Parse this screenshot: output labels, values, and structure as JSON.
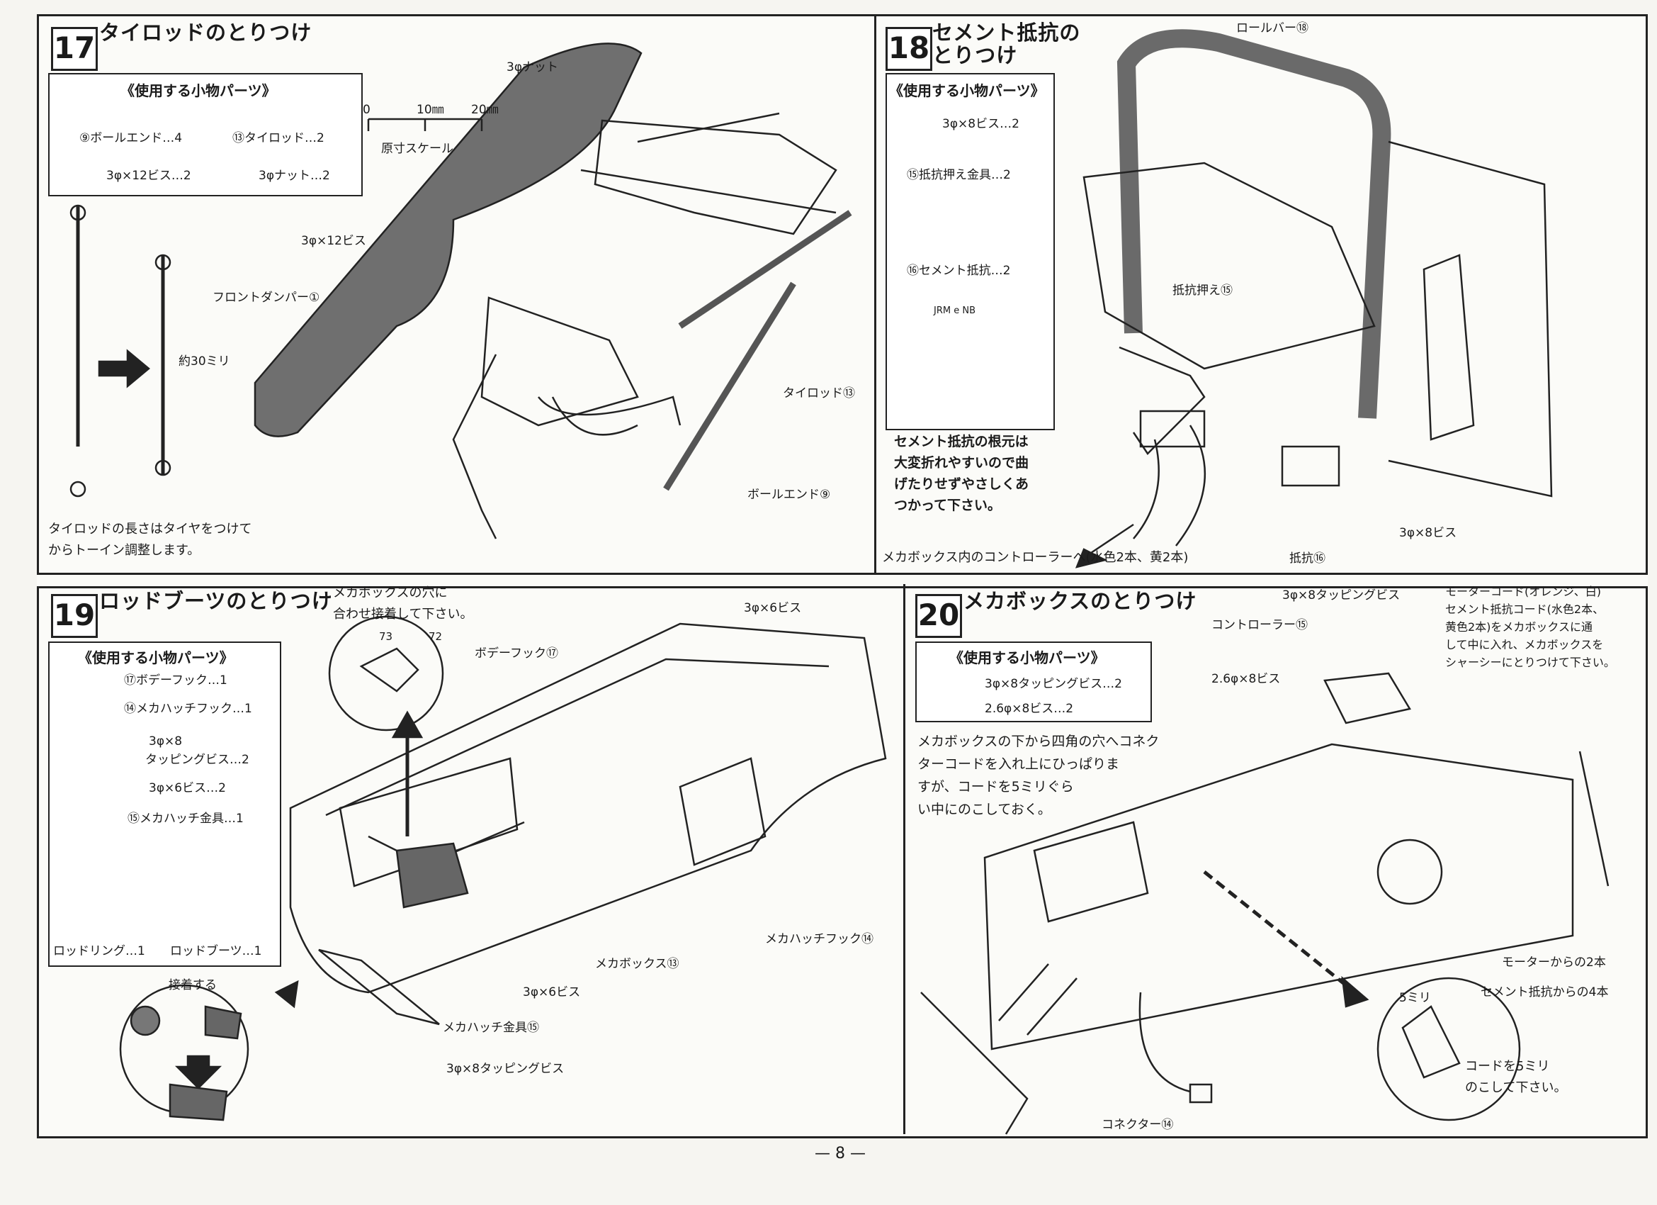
{
  "page_number": "— 8 —",
  "parts_box_title": "《使用する小物パーツ》",
  "sections": {
    "s17": {
      "num": "17",
      "title": "タイロッドのとりつけ",
      "parts": [
        "⑨ボールエンド…4",
        "⑬タイロッド…2",
        "3φ×12ビス…2",
        "3φナット…2"
      ],
      "scale": {
        "ticks": [
          "0",
          "10㎜",
          "20㎜"
        ],
        "label": "原寸スケール"
      },
      "labels": {
        "nut": "3φナット",
        "screw": "3φ×12ビス",
        "bumper": "フロントダンパー①",
        "length": "約30ミリ",
        "tierod": "タイロッド⑬",
        "ballend": "ボールエンド⑨"
      },
      "note": "タイロッドの長さはタイヤをつけて\nからトーイン調整します。"
    },
    "s18": {
      "num": "18",
      "title": "セメント抵抗の\nとりつけ",
      "parts": [
        "3φ×8ビス…2",
        "⑮抵抗押え金具…2",
        "⑯セメント抵抗…2"
      ],
      "resistor_text": "JRM e NB",
      "labels": {
        "rollbar": "ロールバー⑱",
        "holder": "抵抗押え⑮",
        "screw": "3φ×8ビス",
        "resistor": "抵抗⑯",
        "arrow": "メカボックス内のコントローラーへ(水色2本、黄2本)"
      },
      "note": "セメント抵抗の根元は\n大変折れやすいので曲\nげたりせずやさしくあ\nつかって下さい。"
    },
    "s19": {
      "num": "19",
      "title": "ロッドブーツのとりつけ",
      "parts": [
        "⑰ボデーフック…1",
        "⑭メカハッチフック…1",
        "3φ×8",
        "タッピングビス…2",
        "3φ×6ビス…2",
        "⑮メカハッチ金具…1",
        "ロッドリング…1",
        "ロッドブーツ…1"
      ],
      "callout": "メカボックスの穴に\n合わせ接着して下さい。",
      "labels": {
        "glue": "接着する",
        "screw6_top": "3φ×6ビス",
        "bodyhook": "ボデーフック⑰",
        "hatchhook": "メカハッチフック⑭",
        "mechabox": "メカボックス⑬",
        "screw6": "3φ×6ビス",
        "hatchplate": "メカハッチ金具⑮",
        "tapping": "3φ×8タッピングビス",
        "n73": "73",
        "n72": "72"
      }
    },
    "s20": {
      "num": "20",
      "title": "メカボックスのとりつけ",
      "parts": [
        "3φ×8タッピングビス…2",
        "2.6φ×8ビス…2"
      ],
      "note": "メカボックスの下から四角の穴へコネク\nターコードを入れ上にひっぱりま\nすが、コードを5ミリぐら\nい中にのこしておく。",
      "top_note": "モーターコード(オレンジ、白)\nセメント抵抗コード(水色2本、\n黄色2本)をメカボックスに通\nして中に入れ、メカボックスを\nシャーシーにとりつけて下さい。",
      "labels": {
        "tapping": "3φ×8タッピングビス",
        "controller": "コントローラー⑮",
        "screw26": "2.6φ×8ビス",
        "motor": "モーターからの2本",
        "cement": "セメント抵抗からの4本",
        "connector": "コネクター⑭",
        "mm5": "5ミリ",
        "leave": "コードを5ミリ\nのこして下さい。"
      }
    }
  }
}
